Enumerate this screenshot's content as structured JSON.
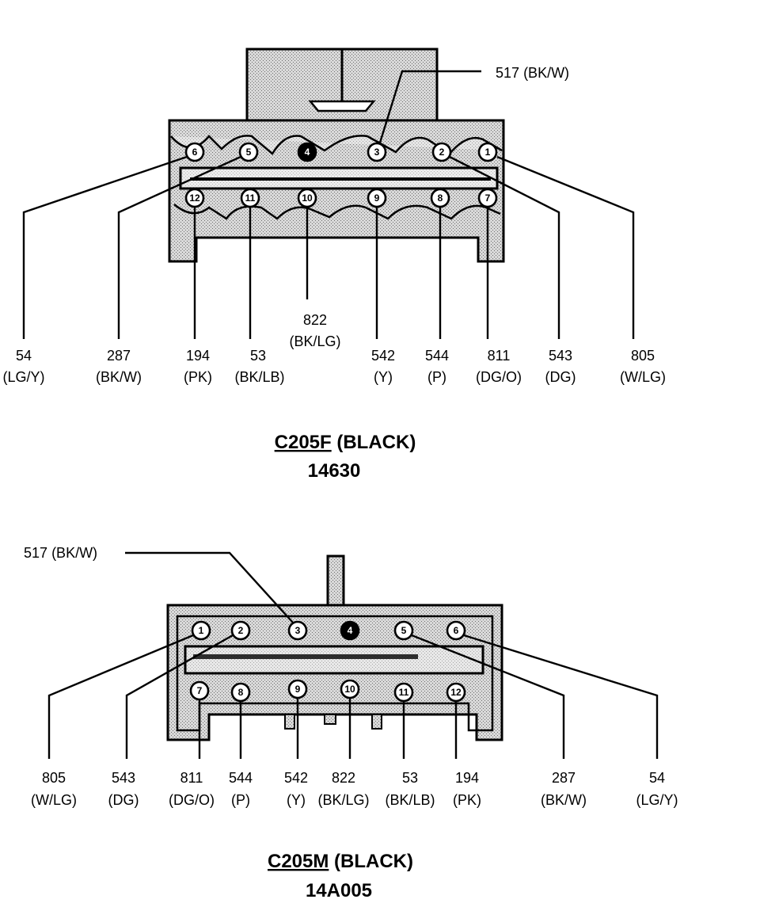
{
  "connectors": [
    {
      "id": "top",
      "name": "C205F",
      "color": "(BLACK)",
      "part_number": "14630",
      "circuits": [
        {
          "pin": "6",
          "circuit": "54",
          "wire_color": "(LG/Y)"
        },
        {
          "pin": "5",
          "circuit": "287",
          "wire_color": "(BK/W)"
        },
        {
          "pin": "12",
          "circuit": "194",
          "wire_color": "(PK)"
        },
        {
          "pin": "11",
          "circuit": "53",
          "wire_color": "(BK/LB)"
        },
        {
          "pin": "10",
          "circuit": "822",
          "wire_color": "(BK/LG)"
        },
        {
          "pin": "9",
          "circuit": "542",
          "wire_color": "(Y)"
        },
        {
          "pin": "8",
          "circuit": "544",
          "wire_color": "(P)"
        },
        {
          "pin": "7",
          "circuit": "811",
          "wire_color": "(DG/O)"
        },
        {
          "pin": "2",
          "circuit": "543",
          "wire_color": "(DG)"
        },
        {
          "pin": "1",
          "circuit": "805",
          "wire_color": "(W/LG)"
        },
        {
          "pin": "3",
          "circuit": "517",
          "wire_color": "(BK/W)"
        }
      ],
      "pins": [
        "6",
        "5",
        "4",
        "3",
        "2",
        "1",
        "12",
        "11",
        "10",
        "9",
        "8",
        "7"
      ]
    },
    {
      "id": "bottom",
      "name": "C205M",
      "color": "(BLACK)",
      "part_number": "14A005",
      "circuits": [
        {
          "pin": "1",
          "circuit": "805",
          "wire_color": "(W/LG)"
        },
        {
          "pin": "2",
          "circuit": "543",
          "wire_color": "(DG)"
        },
        {
          "pin": "7",
          "circuit": "811",
          "wire_color": "(DG/O)"
        },
        {
          "pin": "8",
          "circuit": "544",
          "wire_color": "(P)"
        },
        {
          "pin": "9",
          "circuit": "542",
          "wire_color": "(Y)"
        },
        {
          "pin": "10",
          "circuit": "822",
          "wire_color": "(BK/LG)"
        },
        {
          "pin": "11",
          "circuit": "53",
          "wire_color": "(BK/LB)"
        },
        {
          "pin": "12",
          "circuit": "194",
          "wire_color": "(PK)"
        },
        {
          "pin": "5",
          "circuit": "287",
          "wire_color": "(BK/W)"
        },
        {
          "pin": "6",
          "circuit": "54",
          "wire_color": "(LG/Y)"
        },
        {
          "pin": "3",
          "circuit": "517",
          "wire_color": "(BK/W)"
        }
      ],
      "pins": [
        "1",
        "2",
        "3",
        "4",
        "5",
        "6",
        "7",
        "8",
        "9",
        "10",
        "11",
        "12"
      ]
    }
  ],
  "unused_pin": "4",
  "colors": {
    "ink": "#000000",
    "paper": "#ffffff",
    "stipple": "#8a8a8a"
  }
}
